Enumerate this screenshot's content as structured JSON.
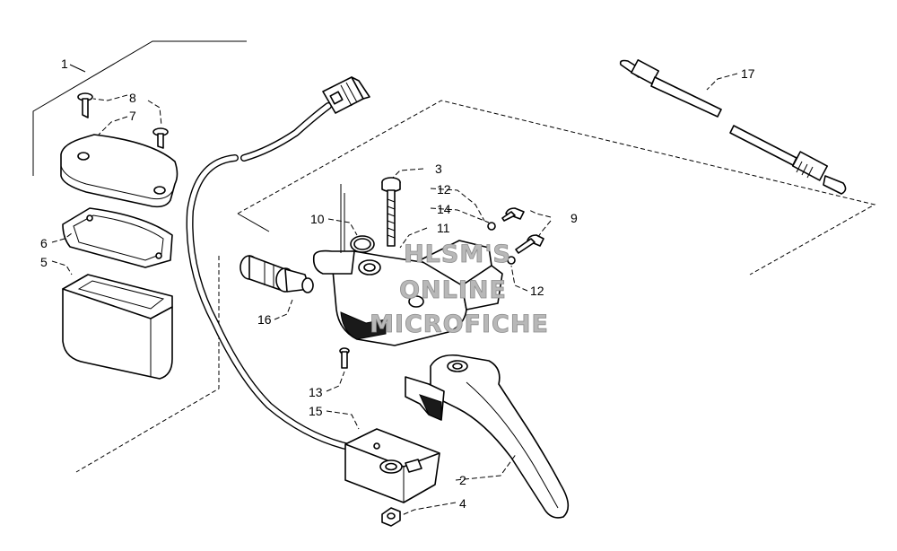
{
  "callouts": {
    "c1": "1",
    "c2": "2",
    "c3": "3",
    "c4": "4",
    "c5": "5",
    "c6": "6",
    "c7": "7",
    "c8": "8",
    "c9": "9",
    "c10": "10",
    "c11": "11",
    "c12a": "12",
    "c12b": "12",
    "c13": "13",
    "c14": "14",
    "c15": "15",
    "c16": "16",
    "c17": "17"
  },
  "watermark": {
    "line1": "HLSM'S",
    "line2": "ONLINE",
    "line3": "MICROFICHE"
  }
}
